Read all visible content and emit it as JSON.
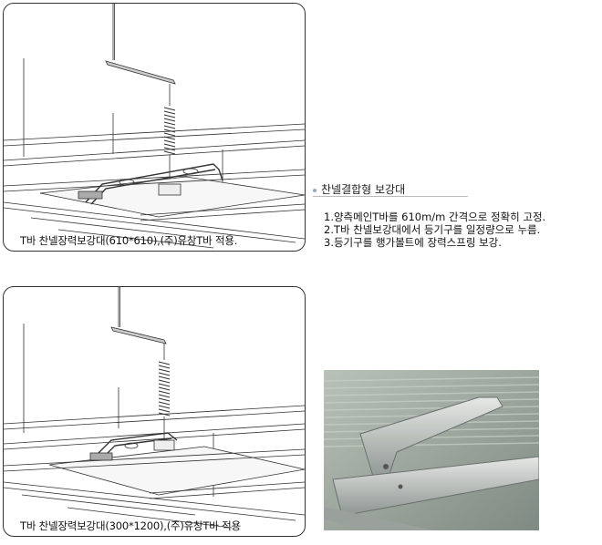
{
  "panels": [
    {
      "caption": "T바 찬넬장력보강대(610*610),(주)유창T바 적용."
    },
    {
      "caption": "T바 찬넬장력보강대(300*1200),(주)유창T바 적용"
    }
  ],
  "section": {
    "title": "찬넬결합형 보강대",
    "items": [
      "1.양측메인T바를 610m/m 간격으로 정확히 고정.",
      "2.T바 찬넬보강대에서 등기구를 일정량으로 누름.",
      "3.등기구를 행가볼트에 장력스프링 보강."
    ]
  },
  "colors": {
    "line": "#333333",
    "panel_border": "#333333"
  }
}
